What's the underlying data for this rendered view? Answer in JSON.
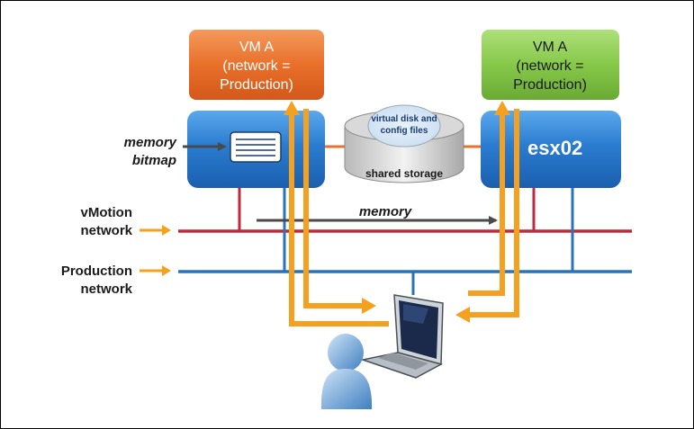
{
  "vm_left": {
    "line1": "VM A",
    "line2": "(network =",
    "line3": "Production)",
    "color": "#e8702a"
  },
  "vm_right": {
    "line1": "VM A",
    "line2": "(network =",
    "line3": "Production)",
    "color": "#7dbf3e"
  },
  "host_right": {
    "name": "esx02"
  },
  "storage": {
    "line1": "virtual disk and",
    "line2": "config files",
    "label": "shared storage"
  },
  "memory_bitmap": {
    "line1": "memory",
    "line2": "bitmap"
  },
  "vmotion_network": {
    "line1": "vMotion",
    "line2": "network",
    "color": "#c0283b"
  },
  "production_network": {
    "line1": "Production",
    "line2": "network",
    "color": "#2b73b8"
  },
  "memory_flow": {
    "label": "memory"
  },
  "colors": {
    "arrow": "#f5a01e",
    "host": "#2a7cd0",
    "accent_arrow": "#4a4a4a"
  },
  "icons": [
    "memory-bitmap-icon",
    "storage-cylinder-icon",
    "laptop-icon",
    "user-icon"
  ]
}
